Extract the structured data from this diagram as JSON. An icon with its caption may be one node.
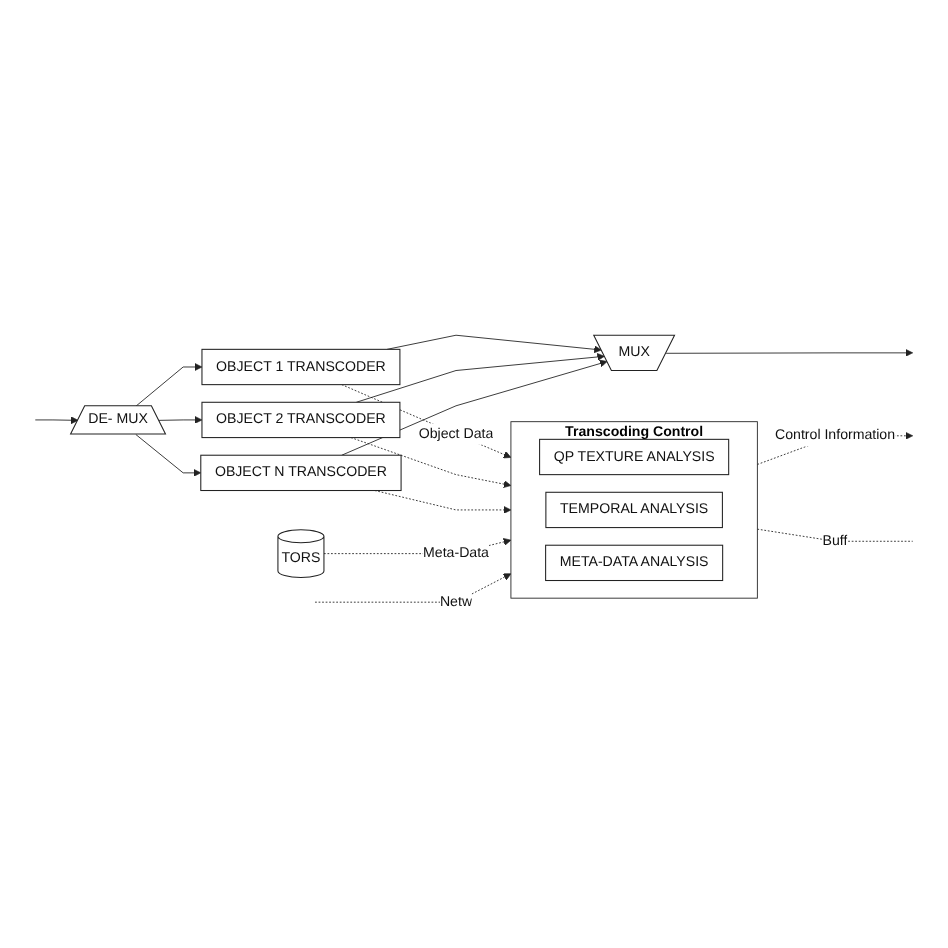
{
  "diagram": {
    "nodes": [
      {
        "text": [
          "DE- MUX"
        ]
      },
      {
        "text": [
          "OBJECT 1 TRANSCODER"
        ]
      },
      {
        "text": [
          "OBJECT 2 TRANSCODER"
        ]
      },
      {
        "text": [
          "OBJECT N TRANSCODER"
        ]
      },
      {
        "text": [
          "MUX"
        ]
      },
      {
        "text": [
          "Transcoding Control"
        ]
      },
      {
        "text": [
          "QP TEXTURE ANALYSIS"
        ],
        "in": 5
      },
      {
        "text": [
          "TEMPORAL ANALYSIS"
        ],
        "in": 5
      },
      {
        "text": [
          "META-DATA ANALYSIS"
        ],
        "in": 5
      },
      {
        "text": [
          "TORS"
        ]
      }
    ],
    "edges": [
      {
        "from": null,
        "to": 0,
        "arrow": "to"
      },
      {
        "from": 0,
        "to": 1,
        "arrow": "to"
      },
      {
        "from": 0,
        "to": 2,
        "arrow": "to"
      },
      {
        "from": 0,
        "to": 3,
        "arrow": "to"
      },
      {
        "from": 1,
        "to": 4,
        "arrow": "to"
      },
      {
        "from": 2,
        "to": 4,
        "arrow": "to"
      },
      {
        "from": 3,
        "to": 4,
        "arrow": "to"
      },
      {
        "from": 4,
        "to": null,
        "arrow": "to"
      },
      {
        "from": 1,
        "to": 5,
        "arrow": "to",
        "style": "dashed",
        "label": "Object Data"
      },
      {
        "from": 2,
        "to": 5,
        "arrow": "to",
        "style": "dashed"
      },
      {
        "from": 3,
        "to": 5,
        "arrow": "to",
        "style": "dashed"
      },
      {
        "from": 5,
        "to": null,
        "arrow": "to",
        "style": "dashed",
        "label": "Control Information"
      },
      {
        "from": 9,
        "to": 5,
        "arrow": "to",
        "style": "dashed",
        "label": "Meta-Data"
      },
      {
        "from": 5,
        "to": null,
        "arrow": "none",
        "style": "dashed",
        "label": "Buff"
      },
      {
        "from": null,
        "to": 5,
        "arrow": "to",
        "style": "dashed",
        "label": "Netw"
      }
    ]
  }
}
